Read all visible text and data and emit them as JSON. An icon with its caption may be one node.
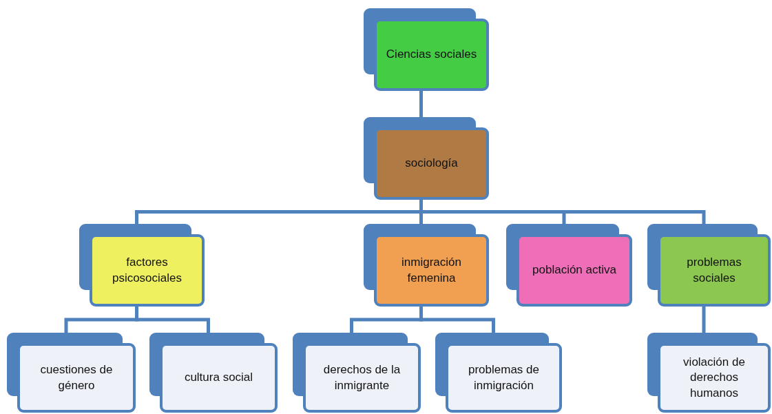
{
  "diagram": {
    "nodes": [
      {
        "text": [
          "Ciencias sociales"
        ]
      },
      {
        "text": [
          "sociología"
        ]
      },
      {
        "text": [
          "factores psicosociales"
        ]
      },
      {
        "text": [
          "inmigración femenina"
        ]
      },
      {
        "text": [
          "población activa"
        ]
      },
      {
        "text": [
          "problemas sociales"
        ]
      },
      {
        "text": [
          "cuestiones de género"
        ]
      },
      {
        "text": [
          "cultura social"
        ]
      },
      {
        "text": [
          "derechos de la inmigrante"
        ]
      },
      {
        "text": [
          "problemas de inmigración"
        ]
      },
      {
        "text": [
          "violación de derechos humanos"
        ]
      }
    ],
    "edges": [
      {
        "from": 0,
        "to": 1,
        "arrow": "none"
      },
      {
        "from": 1,
        "to": 2,
        "arrow": "none"
      },
      {
        "from": 1,
        "to": 3,
        "arrow": "none"
      },
      {
        "from": 1,
        "to": 4,
        "arrow": "none"
      },
      {
        "from": 1,
        "to": 5,
        "arrow": "none"
      },
      {
        "from": 2,
        "to": 6,
        "arrow": "none"
      },
      {
        "from": 2,
        "to": 7,
        "arrow": "none"
      },
      {
        "from": 3,
        "to": 8,
        "arrow": "none"
      },
      {
        "from": 3,
        "to": 9,
        "arrow": "none"
      },
      {
        "from": 5,
        "to": 10,
        "arrow": "none"
      }
    ]
  }
}
